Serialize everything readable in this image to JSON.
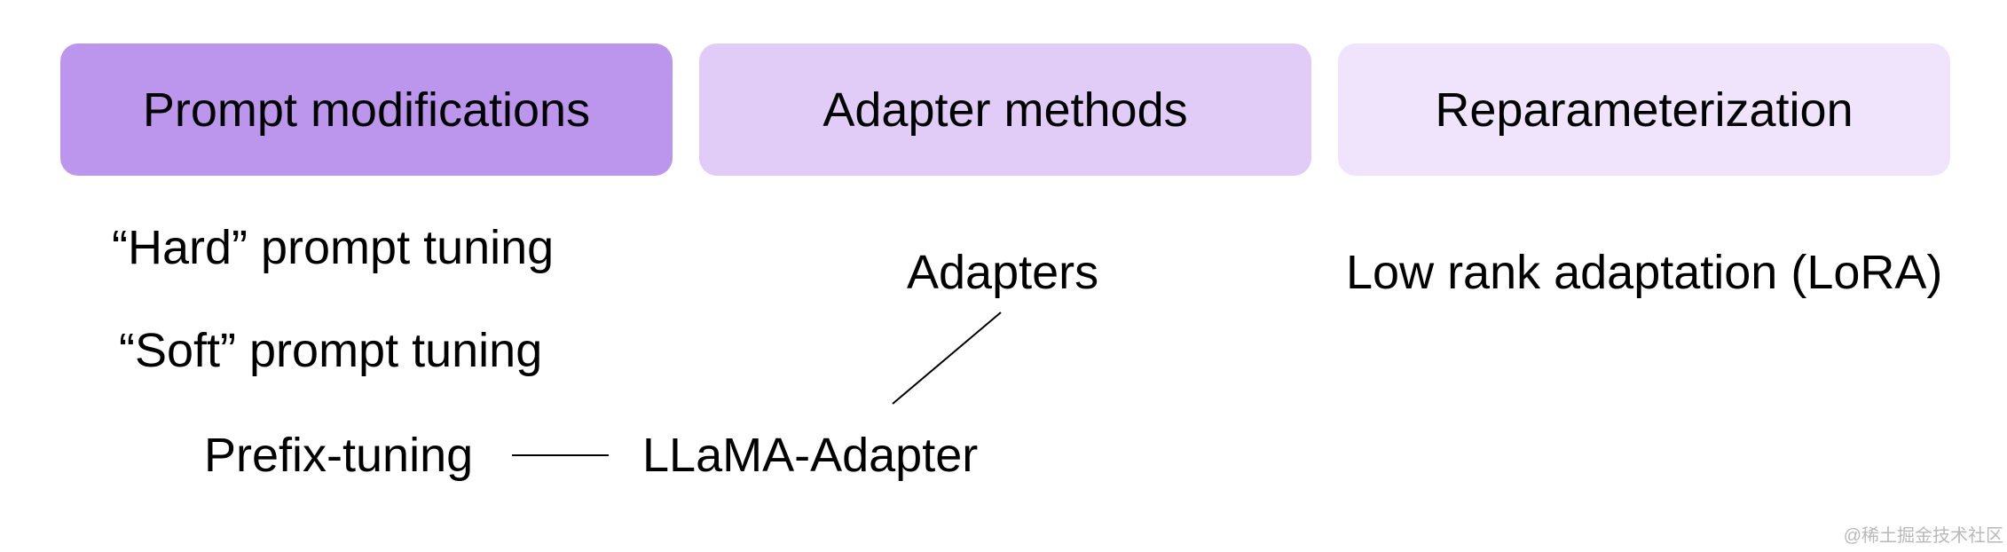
{
  "categories": [
    {
      "label": "Prompt modifications",
      "color": "#bb96ec"
    },
    {
      "label": "Adapter methods",
      "color": "#e0ccf7"
    },
    {
      "label": "Reparameterization",
      "color": "#efe4fb"
    }
  ],
  "methods": {
    "hard_prompt": "“Hard” prompt tuning",
    "soft_prompt": "“Soft” prompt tuning",
    "prefix_tuning": "Prefix-tuning",
    "llama_adapter": "LLaMA-Adapter",
    "adapters": "Adapters",
    "lora": "Low rank adaptation (LoRA)"
  },
  "watermark": "@稀土掘金技术社区"
}
